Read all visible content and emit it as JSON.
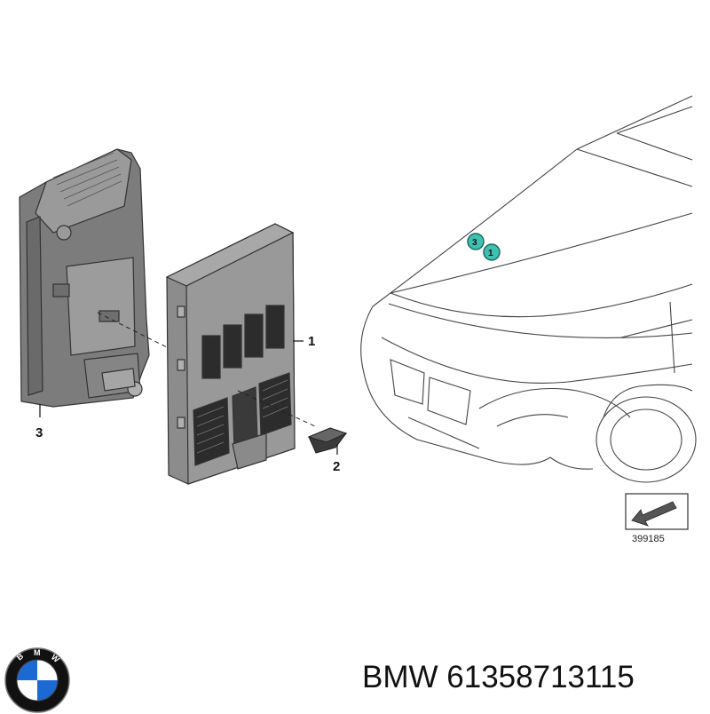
{
  "diagram": {
    "callouts": [
      {
        "id": "part-1",
        "label": "1"
      },
      {
        "id": "part-2",
        "label": "2"
      },
      {
        "id": "part-3",
        "label": "3"
      }
    ],
    "car_markers": [
      {
        "label": "3",
        "color": "#3fc0b0"
      },
      {
        "label": "1",
        "color": "#3fc0b0"
      }
    ],
    "reference_number": "399185"
  },
  "footer": {
    "brand": "BMW",
    "part_number": "61358713115",
    "logo_letters": "BMW",
    "logo_colors": {
      "blue": "#1c69d4",
      "white": "#ffffff",
      "ring": "#111111"
    }
  }
}
